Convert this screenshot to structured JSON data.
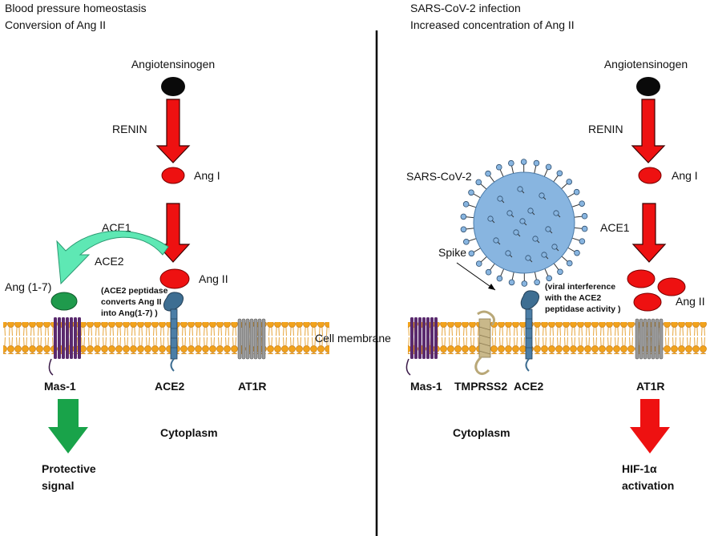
{
  "left_panel": {
    "header_line1": "Blood pressure homeostasis",
    "header_line2": "Conversion of Ang II",
    "angiotensinogen": "Angiotensinogen",
    "renin": "RENIN",
    "ang1": "Ang I",
    "ace1": "ACE1",
    "ace2_enzyme": "ACE2",
    "ang2": "Ang II",
    "ang17": "Ang (1-7)",
    "note_line1": "(ACE2 peptidase",
    "note_line2": "converts Ang II",
    "note_line3": "into Ang(1-7) )",
    "cell_membrane": "Cell membrane",
    "mas1": "Mas-1",
    "ace2_receptor": "ACE2",
    "at1r": "AT1R",
    "cytoplasm": "Cytoplasm",
    "outcome_line1": "Protective",
    "outcome_line2": "signal"
  },
  "right_panel": {
    "header_line1": "SARS-CoV-2 infection",
    "header_line2": "Increased concentration of Ang II",
    "angiotensinogen": "Angiotensinogen",
    "renin": "RENIN",
    "ang1": "Ang I",
    "virus": "SARS-CoV-2",
    "spike": "Spike",
    "ace1": "ACE1",
    "note_line1": "(viral interference",
    "note_line2": "with the ACE2",
    "note_line3": "peptidase activity )",
    "ang2": "Ang II",
    "mas1": "Mas-1",
    "tmprss2": "TMPRSS2",
    "ace2": "ACE2",
    "at1r": "AT1R",
    "cytoplasm": "Cytoplasm",
    "outcome_line1": "HIF-1α",
    "outcome_line2": "activation"
  },
  "colors": {
    "red_arrow": "#ee1111",
    "green_arrow": "#19a34a",
    "curved_arrow": "#5ee8b4",
    "ang17": "#1f9a4c",
    "membrane_head": "#f2a21b",
    "mas1_receptor": "#5a2a6e",
    "ace2_receptor": "#3e6e92",
    "at1r_receptor": "#8a8a8a",
    "tmprss2": "#c9b88a",
    "virus": "#88b5e0"
  }
}
